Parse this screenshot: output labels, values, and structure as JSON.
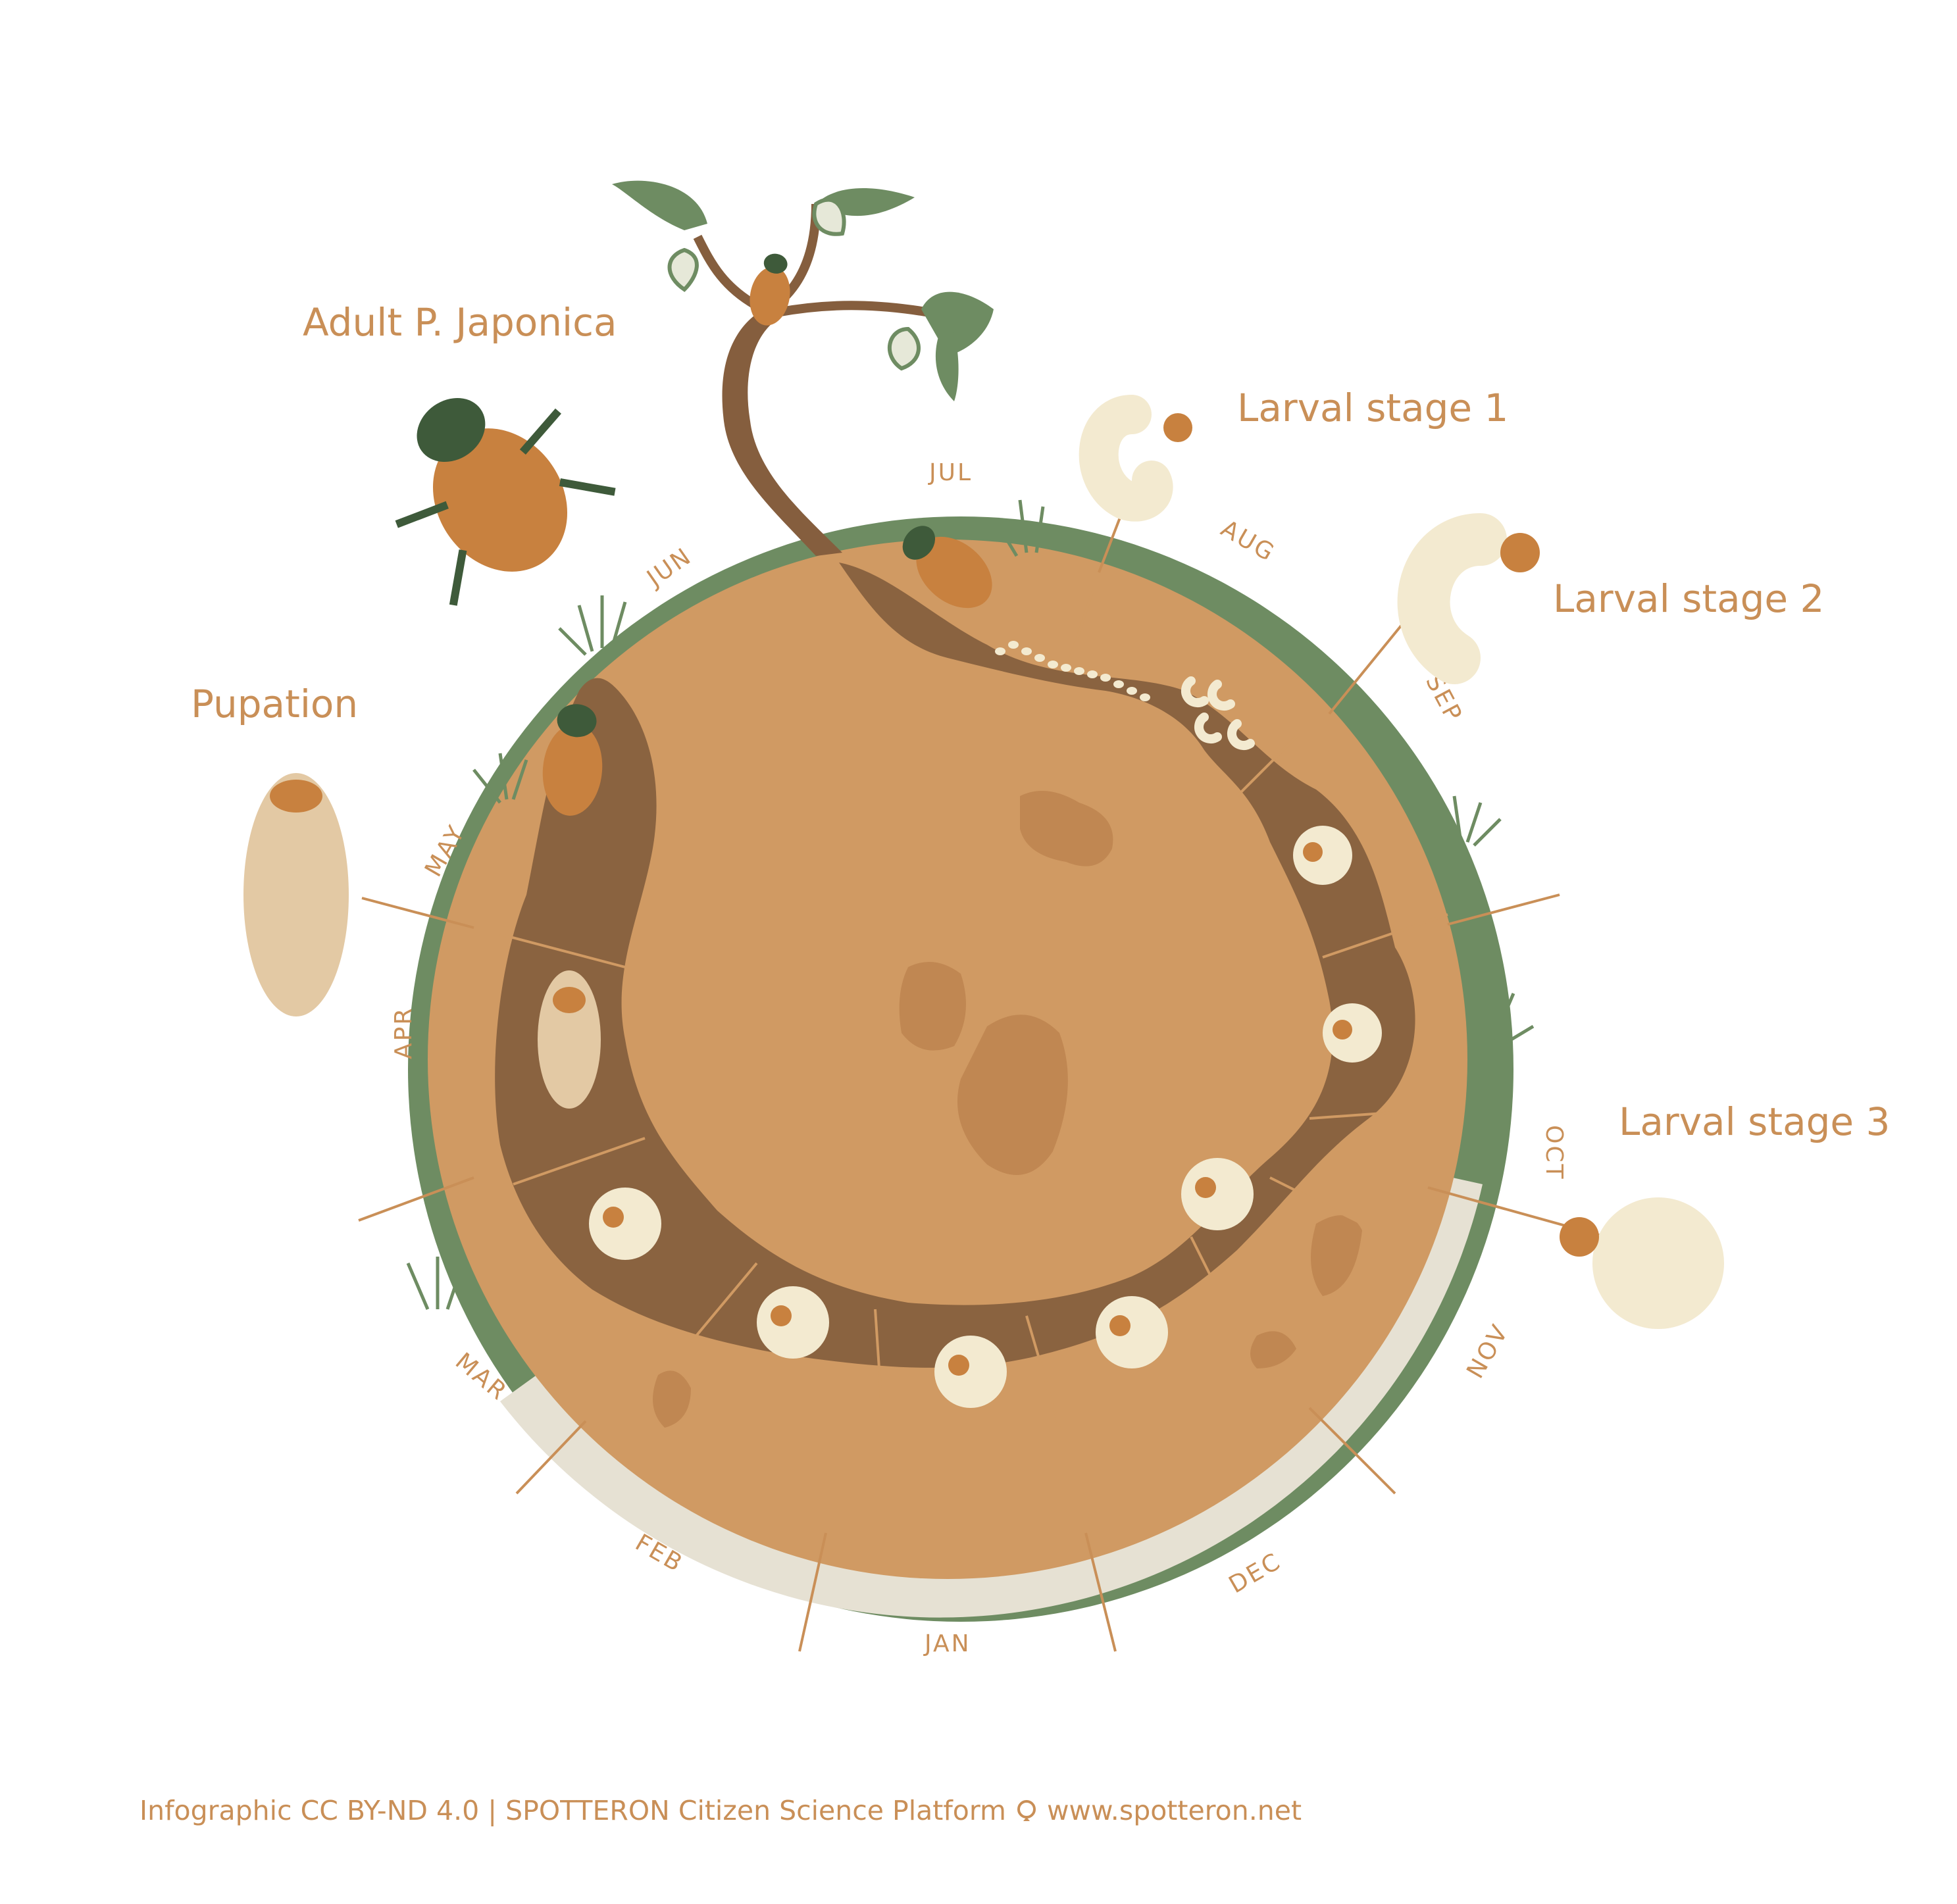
{
  "stages": {
    "adult": "Adult P. Japonica",
    "larval1": "Larval stage 1",
    "larval2": "Larval stage 2",
    "larval3": "Larval stage 3",
    "pupation": "Pupation"
  },
  "months": [
    "JUN",
    "JUL",
    "AUG",
    "SEP",
    "OCT",
    "NOV",
    "DEC",
    "JAN",
    "FEB",
    "MAR",
    "APR",
    "MAY"
  ],
  "footer": {
    "credit": "Infographic CC BY-ND 4.0 | SPOTTERON Citizen Science Platform",
    "url": "www.spotteron.net"
  },
  "colors": {
    "soil": "#d09a63",
    "tunnel": "#8a6340",
    "grass_ring": "#6e8c62",
    "winter_ring": "#e6e1d3",
    "beetle_shell": "#c8813f",
    "beetle_head": "#3e5a3a",
    "larva": "#f3ead0",
    "text": "#c98f57"
  }
}
